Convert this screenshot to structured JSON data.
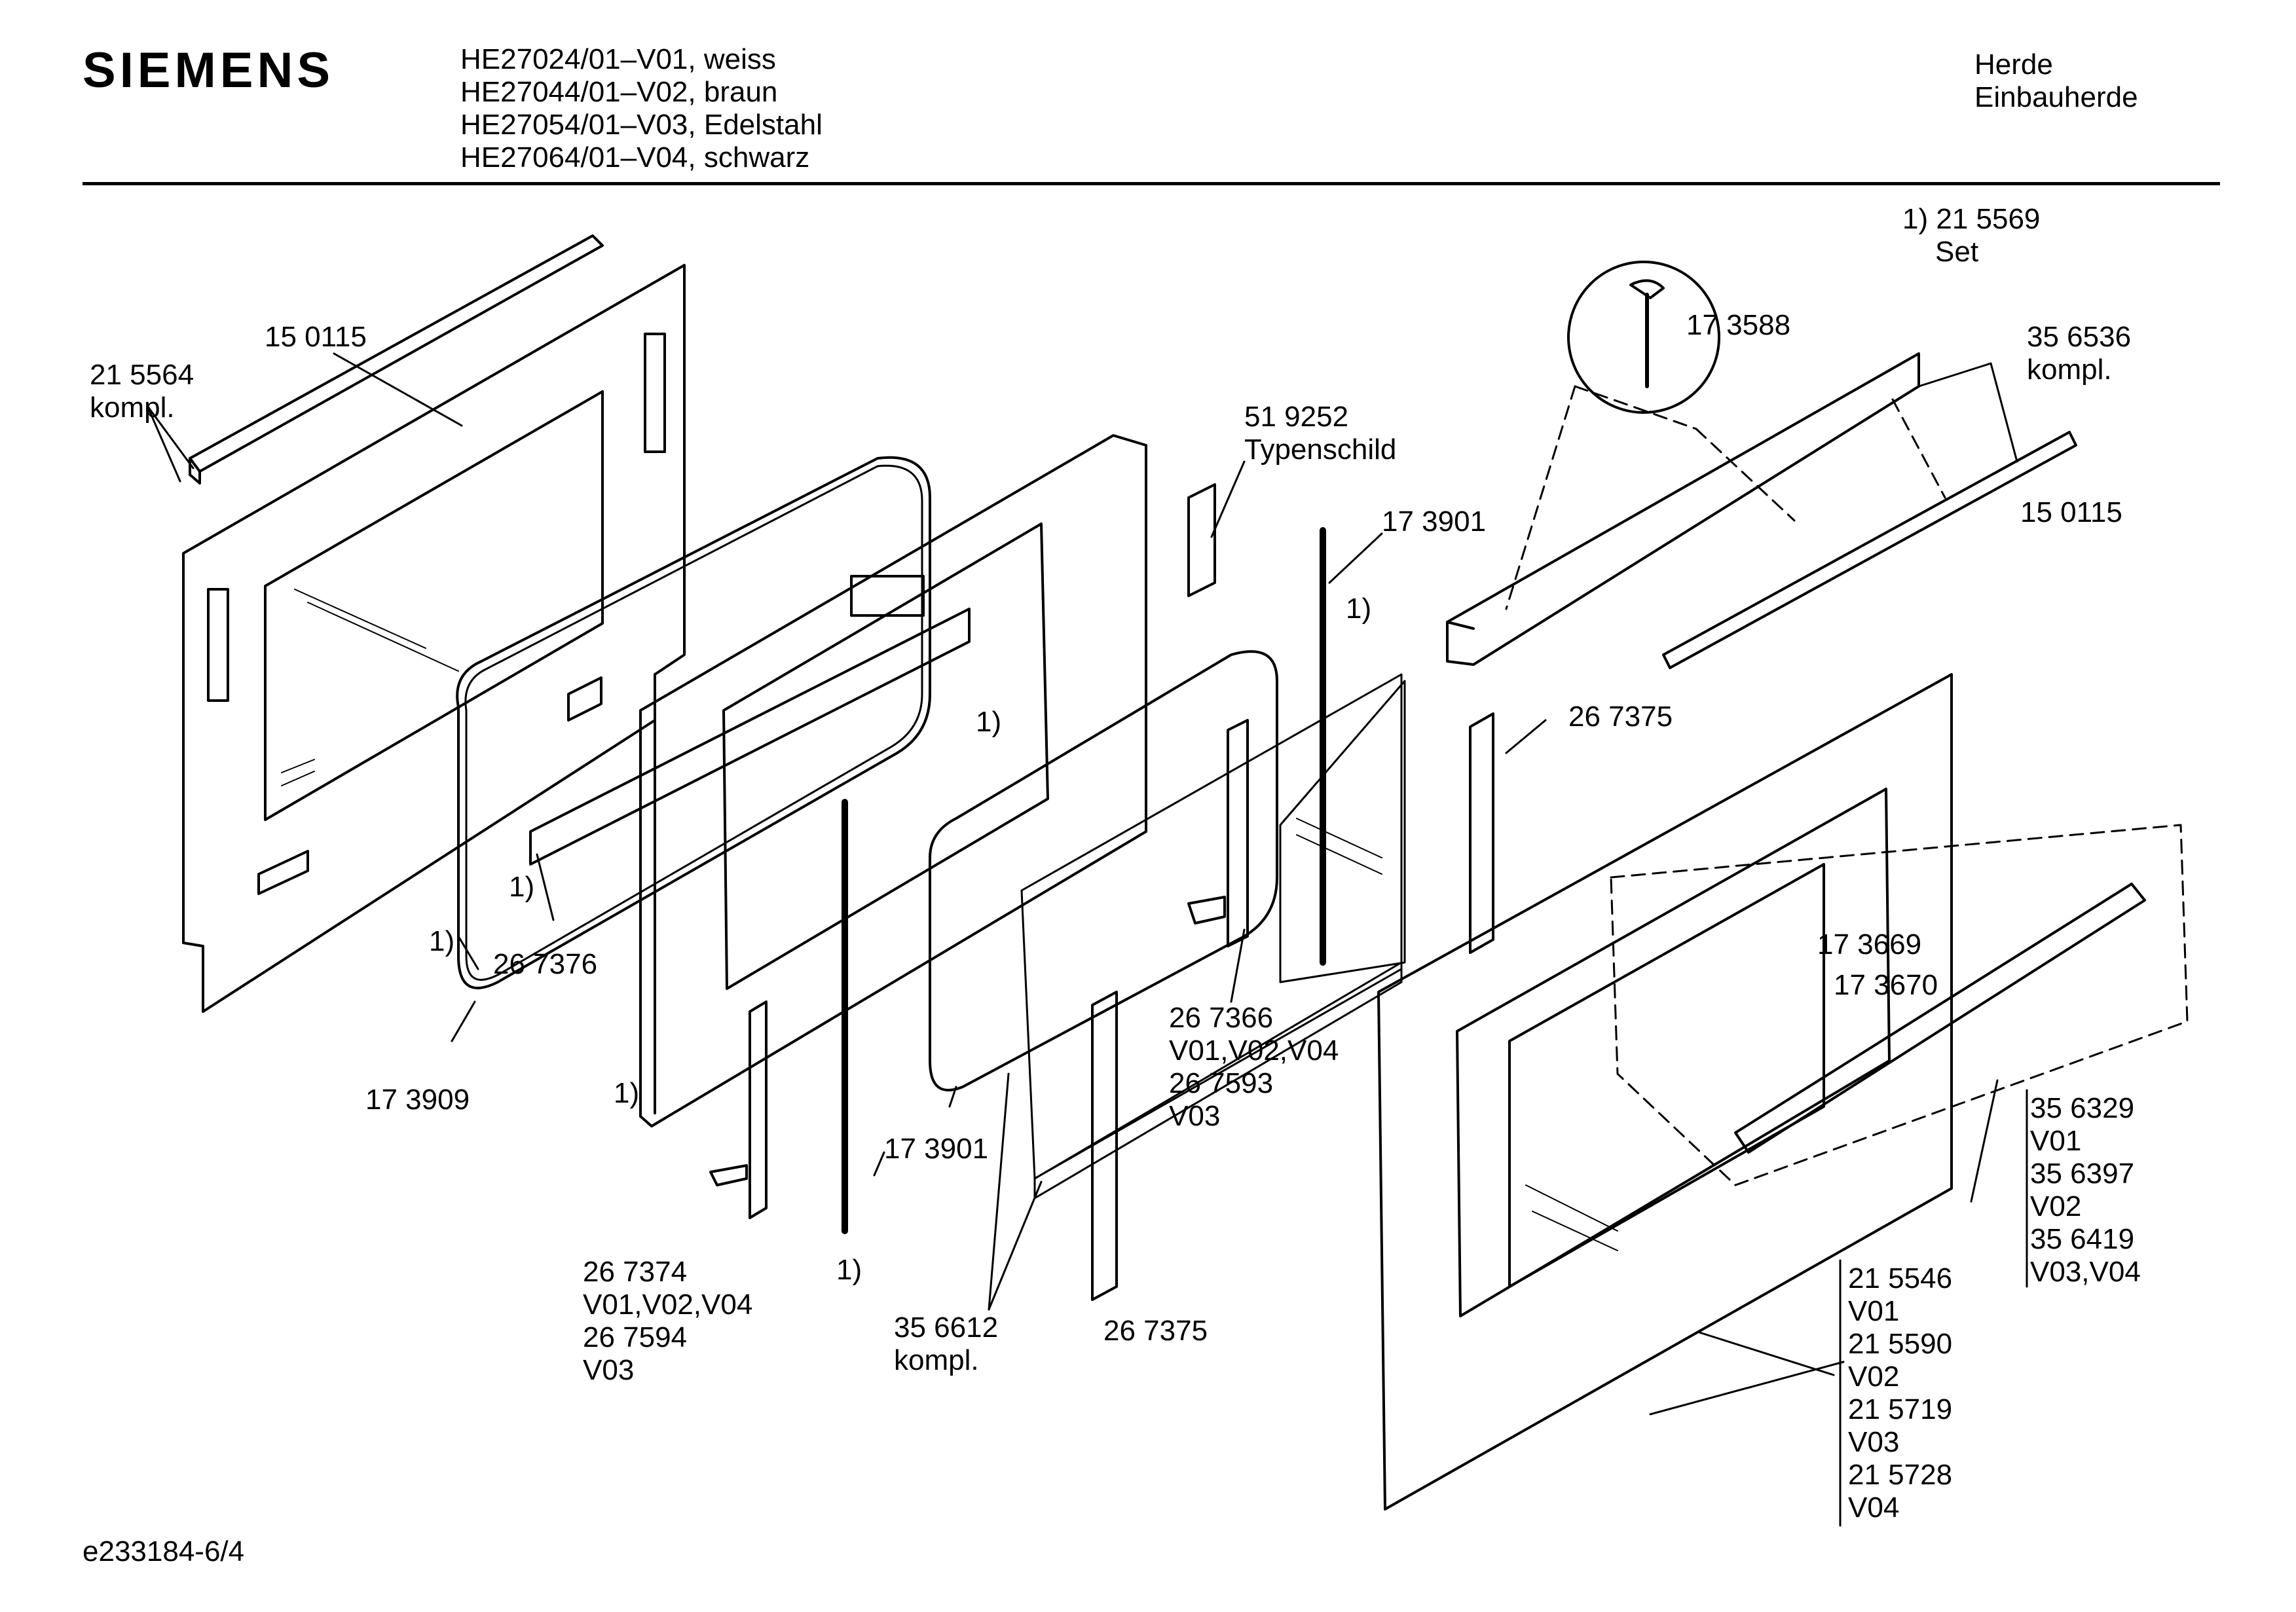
{
  "header": {
    "brand": "SIEMENS",
    "models": [
      "HE27024/01–V01, weiss",
      "HE27044/01–V02, braun",
      "HE27054/01–V03, Edelstahl",
      "HE27064/01–V04, schwarz"
    ],
    "category": [
      "Herde",
      "Einbauherde"
    ]
  },
  "footer": {
    "doc_id": "e233184-6/4"
  },
  "labels": {
    "l_215564": "21 5564",
    "l_kompl_a": "kompl.",
    "l_150115_a": "15 0115",
    "l_1_a": "1)",
    "l_1_b": "1)",
    "l_267376": "26 7376",
    "l_173909": "17 3909",
    "l_1_c": "1)",
    "l_1_d": "1)",
    "l_267374": "26 7374",
    "l_v010204_a": "V01,V02,V04",
    "l_267594": "26 7594",
    "l_v03_a": "V03",
    "l_173901_a": "17 3901",
    "l_1_e": "1)",
    "l_356612": "35 6612",
    "l_kompl_b": "kompl.",
    "l_267375_a": "26 7375",
    "l_267366": "26 7366",
    "l_v010204_b": "V01,V02,V04",
    "l_267593": "26 7593",
    "l_v03_b": "V03",
    "l_519252": "51 9252",
    "l_typenschild": "Typenschild",
    "l_173901_b": "17 3901",
    "l_1_f": "1)",
    "l_215569": "1) 21 5569",
    "l_set": "Set",
    "l_173588": "17 3588",
    "l_356536": "35 6536",
    "l_kompl_c": "kompl.",
    "l_150115_b": "15 0115",
    "l_267375_b": "26 7375",
    "l_173669": "17 3669",
    "l_173670": "17 3670",
    "l_356329": "35 6329",
    "l_v01_a": "V01",
    "l_356397": "35 6397",
    "l_v02_a": "V02",
    "l_356419": "35 6419",
    "l_v0304_a": "V03,V04",
    "l_215546": "21 5546",
    "l_v01_b": "V01",
    "l_215590": "21 5590",
    "l_v02_b": "V02",
    "l_215719": "21 5719",
    "l_v03_c": "V03",
    "l_215728": "21 5728",
    "l_v04": "V04"
  }
}
